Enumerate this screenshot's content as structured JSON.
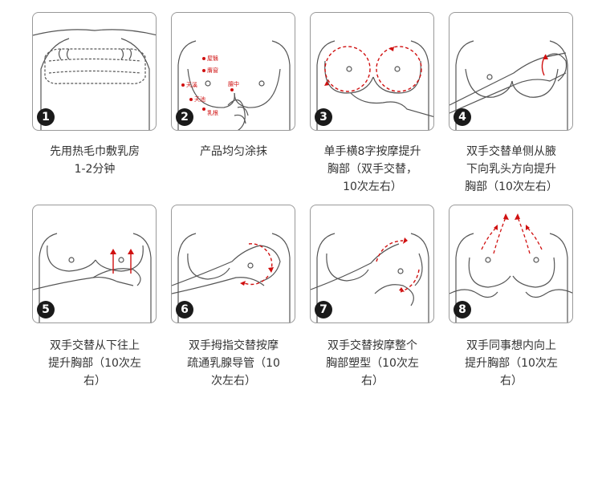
{
  "steps": [
    {
      "num": "1",
      "lines": [
        "先用热毛巾敷乳房",
        "1-2分钟"
      ]
    },
    {
      "num": "2",
      "lines": [
        "产品均匀涂抹"
      ]
    },
    {
      "num": "3",
      "lines": [
        "单手横8字按摩提升",
        "胸部（双手交替，",
        "10次左右）"
      ]
    },
    {
      "num": "4",
      "lines": [
        "双手交替单侧从腋",
        "下向乳头方向提升",
        "胸部（10次左右）"
      ]
    },
    {
      "num": "5",
      "lines": [
        "双手交替从下往上",
        "提升胸部（10次左",
        "右）"
      ]
    },
    {
      "num": "6",
      "lines": [
        "双手拇指交替按摩",
        "疏通乳腺导管（10",
        "次左右）"
      ]
    },
    {
      "num": "7",
      "lines": [
        "双手交替按摩整个",
        "胸部塑型（10次左",
        "右）"
      ]
    },
    {
      "num": "8",
      "lines": [
        "双手同事想内向上",
        "提升胸部（10次左",
        "右）"
      ]
    }
  ],
  "acupoints": {
    "p1": "屋翳",
    "p2": "膺窗",
    "p3": "天溪",
    "p4": "膻中",
    "p5": "天池",
    "p6": "乳根"
  },
  "colors": {
    "accent": "#d01010",
    "line": "#555555",
    "badge": "#1a1a1a"
  }
}
